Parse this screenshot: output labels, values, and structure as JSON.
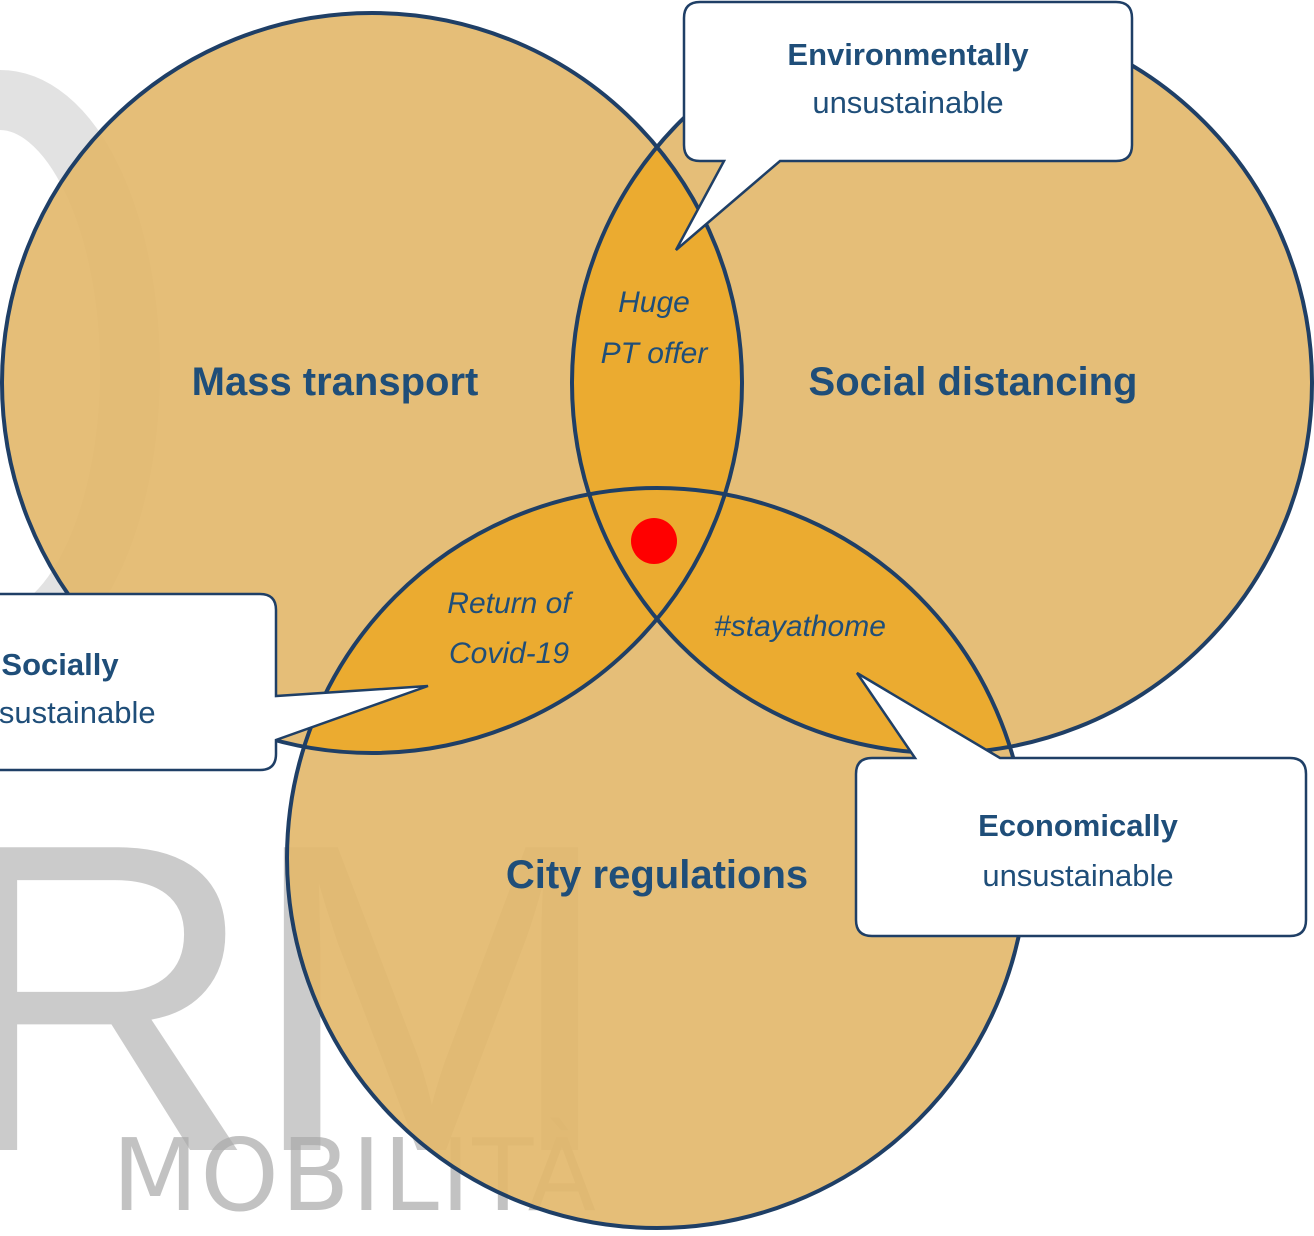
{
  "circles": {
    "mass_transport": "Mass transport",
    "social_distancing": "Social distancing",
    "city_regulations": "City regulations"
  },
  "intersections": {
    "huge_pt_offer": [
      "Huge",
      "PT offer"
    ],
    "return_of_covid": [
      "Return of",
      "Covid-19"
    ],
    "stay_at_home": "#stayathome"
  },
  "callouts": {
    "environmental": {
      "strong": "Environmentally",
      "text": "unsustainable"
    },
    "social": {
      "strong": "Socially",
      "text": "unsustainable"
    },
    "economic": {
      "strong": "Economically",
      "text": "unsustainable"
    }
  },
  "watermark": {
    "letters": "RM",
    "subtitle": "MOBILITÀ"
  },
  "colors": {
    "circle_fill": "#e3b96c",
    "intersection_fill": "#ebab30",
    "outline": "#1f3f66",
    "text": "#1f4e79",
    "marker": "#ff0000"
  }
}
